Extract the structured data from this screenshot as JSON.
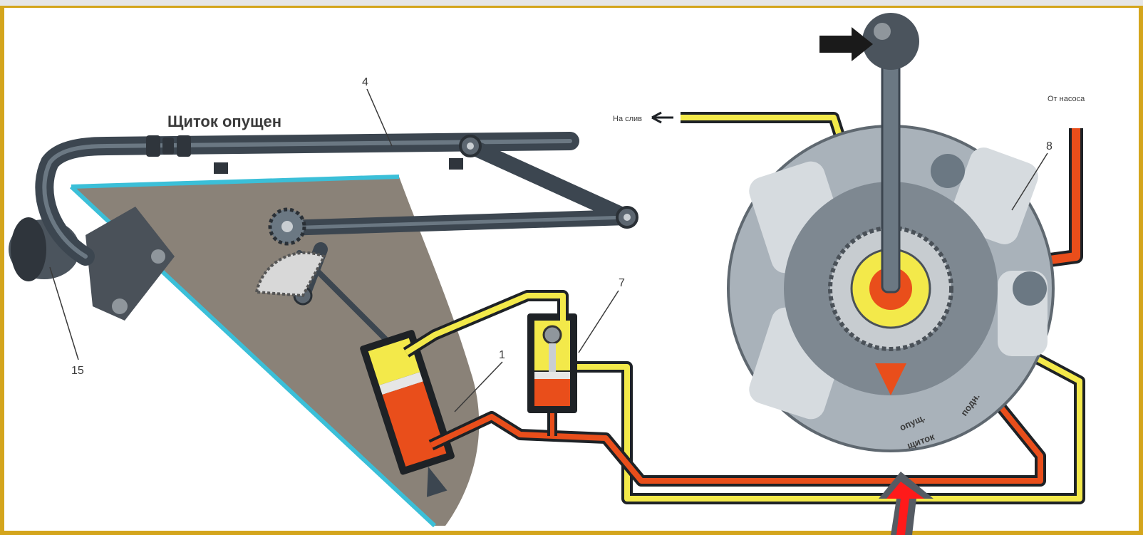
{
  "title": "Щиток опущен",
  "labels": {
    "drain": "На слив",
    "from_pump": "От насоса",
    "lowered": "опущ.",
    "raised": "подн.",
    "flap": "щиток"
  },
  "callouts": {
    "n4": "4",
    "n7": "7",
    "n8": "8",
    "n1": "1",
    "n15": "15"
  },
  "colors": {
    "frame": "#d4a51c",
    "supply_line": "#e94e1b",
    "return_line": "#f3e94a",
    "rod": "#3c4650",
    "panel": "#8a8278",
    "panel_edge": "#3bbfd8",
    "disc": "#a9b2ba",
    "disc_inner": "#7e8891",
    "pointer_arrow": "#ff1a1a",
    "pointer_outline": "#555b63",
    "push_arrow": "#1a1a1a"
  }
}
